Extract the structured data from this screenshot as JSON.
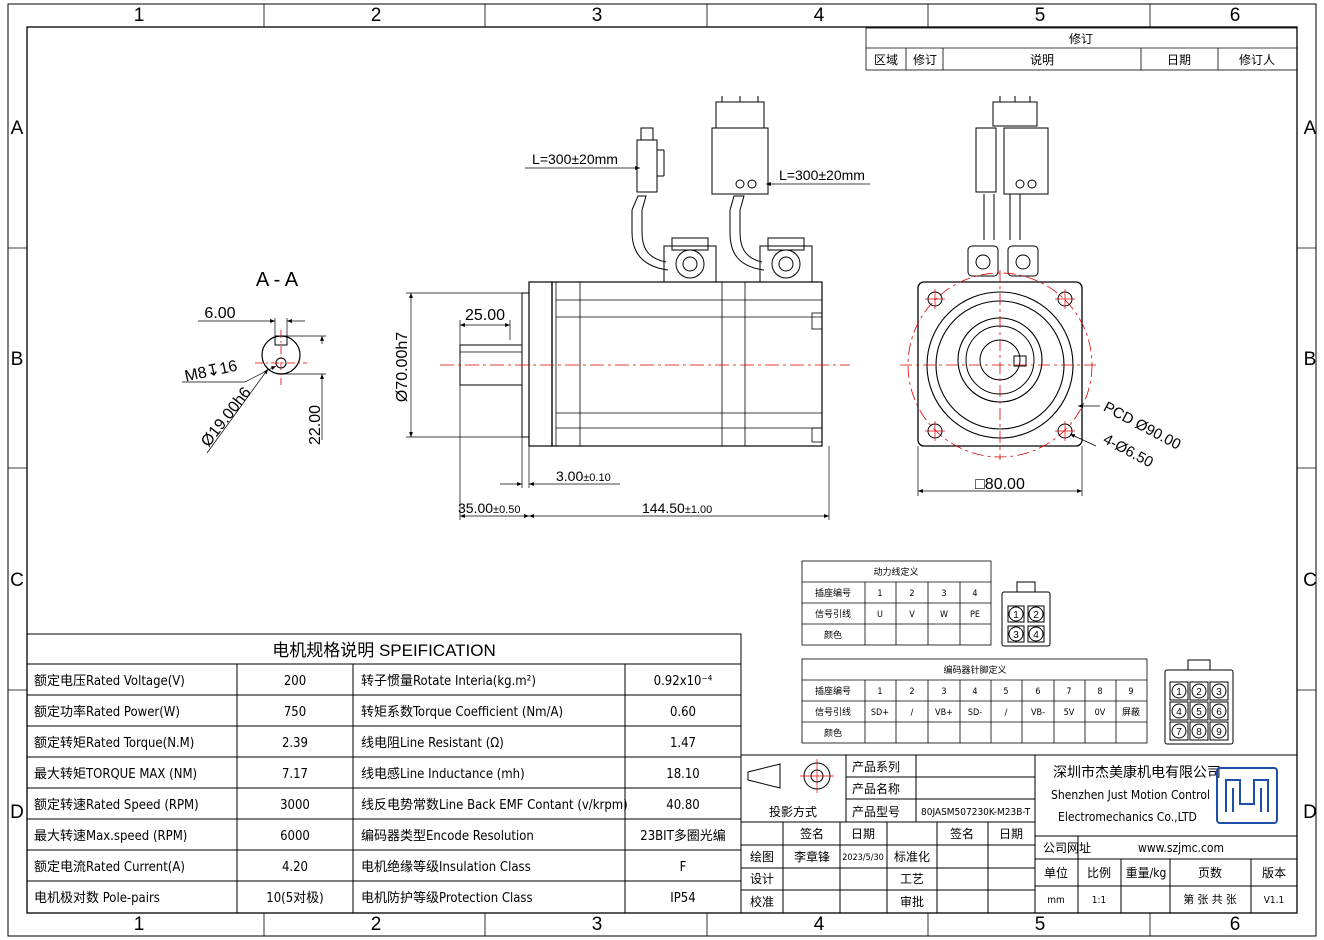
{
  "frame": {
    "columns": [
      "1",
      "2",
      "3",
      "4",
      "5",
      "6"
    ],
    "rows": [
      "A",
      "B",
      "C",
      "D"
    ]
  },
  "revision": {
    "title": "修订",
    "headers": [
      "区域",
      "修订",
      "说明",
      "日期",
      "修订人"
    ]
  },
  "section_view": {
    "title": "A - A",
    "dim_width": "6.00",
    "dim_thread": "M8↧16",
    "dim_shaft": "Ø19.00h6",
    "dim_height": "22.00"
  },
  "side_view": {
    "cable_left": "L=300±20mm",
    "cable_right": "L=300±20mm",
    "dim_key_len": "25.00",
    "dim_flange_dia": "Ø70.00h7",
    "dim_flange_thk": "3.00",
    "dim_flange_thk_tol": "±0.10",
    "dim_shaft_len": "35.00",
    "dim_shaft_len_tol": "±0.50",
    "dim_body_len": "144.50",
    "dim_body_len_tol": "±1.00"
  },
  "front_view": {
    "dim_pcd": "PCD Ø90.00",
    "dim_holes": "4-Ø6.50",
    "dim_square": "□80.00"
  },
  "power_table": {
    "title": "动力线定义",
    "rows": [
      [
        "插座编号",
        "1",
        "2",
        "3",
        "4"
      ],
      [
        "信号引线",
        "U",
        "V",
        "W",
        "PE"
      ],
      [
        "颜色",
        "",
        "",
        "",
        ""
      ]
    ],
    "pins": [
      "1",
      "2",
      "3",
      "4"
    ]
  },
  "encoder_table": {
    "title": "编码器针脚定义",
    "rows": [
      [
        "插座编号",
        "1",
        "2",
        "3",
        "4",
        "5",
        "6",
        "7",
        "8",
        "9"
      ],
      [
        "信号引线",
        "SD+",
        "/",
        "VB+",
        "SD-",
        "/",
        "VB-",
        "5V",
        "0V",
        "屏蔽"
      ],
      [
        "颜色",
        "",
        "",
        "",
        "",
        "",
        "",
        "",
        "",
        ""
      ]
    ],
    "pins": [
      "1",
      "2",
      "3",
      "4",
      "5",
      "6",
      "7",
      "8",
      "9"
    ]
  },
  "spec": {
    "title": "电机规格说明 SPEIFICATION",
    "rows": [
      {
        "l1": "额定电压Rated Voltage(V)",
        "v1": "200",
        "l2": "转子惯量Rotate Interia(kg.m²)",
        "v2": "0.92x10⁻⁴"
      },
      {
        "l1": "额定功率Rated Power(W)",
        "v1": "750",
        "l2": "转矩系数Torque Coefficient (Nm/A)",
        "v2": "0.60"
      },
      {
        "l1": "额定转矩Rated Torque(N.M)",
        "v1": "2.39",
        "l2": "线电阻Line Resistant (Ω)",
        "v2": "1.47"
      },
      {
        "l1": "最大转矩TORQUE MAX (NM)",
        "v1": "7.17",
        "l2": "线电感Line Inductance (mh)",
        "v2": "18.10"
      },
      {
        "l1": "额定转速Rated Speed (RPM)",
        "v1": "3000",
        "l2": "线反电势常数Line Back EMF Contant (v/krpm)",
        "v2": "40.80"
      },
      {
        "l1": "最大转速Max.speed (RPM)",
        "v1": "6000",
        "l2": "编码器类型Encode Resolution",
        "v2": "23BIT多圈光编"
      },
      {
        "l1": "额定电流Rated Current(A)",
        "v1": "4.20",
        "l2": "电机绝缘等级Insulation Class",
        "v2": "F"
      },
      {
        "l1": "电机极对数 Pole-pairs",
        "v1": "10(5对极)",
        "l2": "电机防护等级Protection Class",
        "v2": "IP54"
      }
    ]
  },
  "title_block": {
    "projection": "投影方式",
    "product_series": "产品系列",
    "product_name": "产品名称",
    "product_model": "产品型号",
    "model_value": "80JASM507230K-M23B-T",
    "sign": "签名",
    "date": "日期",
    "sign2": "签名",
    "date2": "日期",
    "draw": "绘图",
    "drawer": "李章锋",
    "draw_date": "2023/5/30",
    "standard": "标准化",
    "design": "设计",
    "process": "工艺",
    "check": "校准",
    "approve": "审批",
    "company_cn": "深圳市杰美康机电有限公司",
    "company_en1": "Shenzhen Just Motion Control",
    "company_en2": "Electromechanics Co.,LTD",
    "website_label": "公司网址",
    "website": "www.szjmc.com",
    "unit": "单位",
    "scale": "比例",
    "weight": "重量/kg",
    "pages": "页数",
    "version": "版本",
    "unit_val": "mm",
    "scale_val": "1:1",
    "pages_val": "第 张 共 张",
    "version_val": "V1.1"
  }
}
